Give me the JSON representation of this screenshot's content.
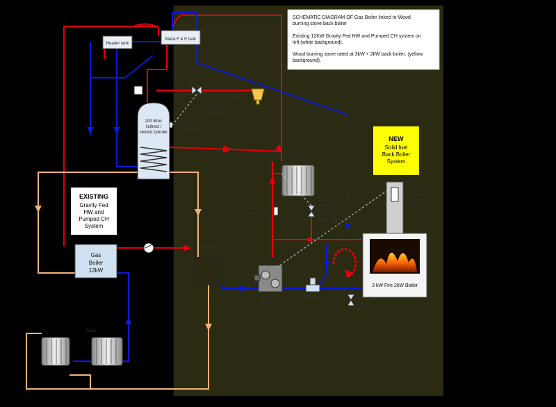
{
  "colors": {
    "background": "#000000",
    "existing_panel": "#ffffff",
    "new_panel": "#2b2a12",
    "flow_red": "#e3000f",
    "return_blue": "#0b1bd6",
    "cold_peach": "#f2b27a",
    "highlight_yellow": "#ffff00",
    "boiler_fill": "#cfe1f0"
  },
  "info_box": {
    "line1": "SCHEMATIC DIAGRAM OF Gas Boiler linked to Wood",
    "line2": "burning stove back boiler",
    "line3": "Existing 12KW Gravity Fed HW and Pumped CH system on",
    "line4": "left (white background).",
    "line5": "Wood burning stove rated at 3kW + 2kW back-boiler. (yellow",
    "line6": "background)."
  },
  "new_box": {
    "title": "NEW",
    "line1": "Solid fuel",
    "line2": "Back Boiler",
    "line3": "System"
  },
  "existing_box": {
    "title": "EXISTING",
    "line1": "Gravity Fed",
    "line2": "HW and",
    "line3": "Pumped CH",
    "line4": "System"
  },
  "components": {
    "header_tank": "Header tank",
    "fe_tank": "Metal F & E tank",
    "vent_label": "Vents",
    "cylinder_line1": "200 litres",
    "cylinder_line2": "indirect /",
    "cylinder_line3": "vented cylinder",
    "cylinder_thermostat_line1": "Cylinder",
    "cylinder_thermostat_line2": "Thermostat",
    "powered_valve_line1": "Powered open",
    "powered_valve_line2": "valve",
    "powered_valve_line3": "(located at cylinder",
    "powered_valve_line4": "base/feed ? 30C)",
    "drain_line1": "To",
    "drain_line2": "Drain",
    "heat_dump_line1": "Heat Dump",
    "heat_dump_line2": "Radiator",
    "hot_water_stat_line1": "Hot Water pipe",
    "hot_water_stat_line2": "Thermostat",
    "powered_close_line1": "Powered close",
    "powered_close_line2": "valve. E.g. all",
    "powered_close_line3": "the event of a",
    "powered_close_line4": "power cut",
    "powered_close_line5": "valve opens",
    "flue_stat_line1": "Flue pipe",
    "flue_stat_line2": "Thermostat",
    "gas_boiler_line1": "Gas",
    "gas_boiler_line2": "Boiler",
    "gas_boiler_line3": "12kW",
    "heat_exchanger_line1": "Plate Heat",
    "heat_exchanger_line2": "Exchanger",
    "load_unit_line1": "Load Valve",
    "load_unit_line2": "and Pump",
    "t_injector": "T-injector",
    "stove": "3 kW Fire 2kW Boiler",
    "drain_valve_line1": "Drain Cock",
    "drain_valve_line2": "Isolation",
    "drain_valve_line3": "valves",
    "radiators_label": "Rads"
  }
}
